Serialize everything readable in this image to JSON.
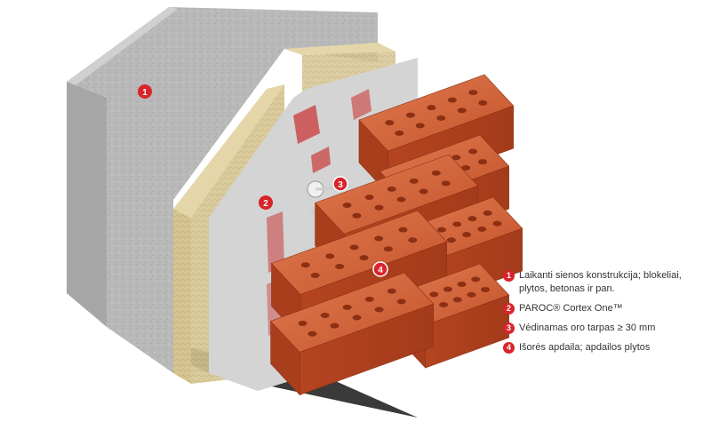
{
  "colors": {
    "marker": "#d8242b",
    "brick": "#c9552f",
    "insulation": "#d9c99a",
    "concrete": "#bdbdbd",
    "membrane": "#d2d2d2"
  },
  "markers": [
    "1",
    "2",
    "3",
    "4"
  ],
  "legend": [
    {
      "num": "1",
      "text": "Laikanti sienos konstrukcija; blokeliai, plytos, betonas ir pan."
    },
    {
      "num": "2",
      "text": "PAROC® Cortex One™"
    },
    {
      "num": "3",
      "text": "Vėdinamas oro tarpas ≥ 30 mm"
    },
    {
      "num": "4",
      "text": "Išorės apdaila; apdailos plytos"
    }
  ]
}
